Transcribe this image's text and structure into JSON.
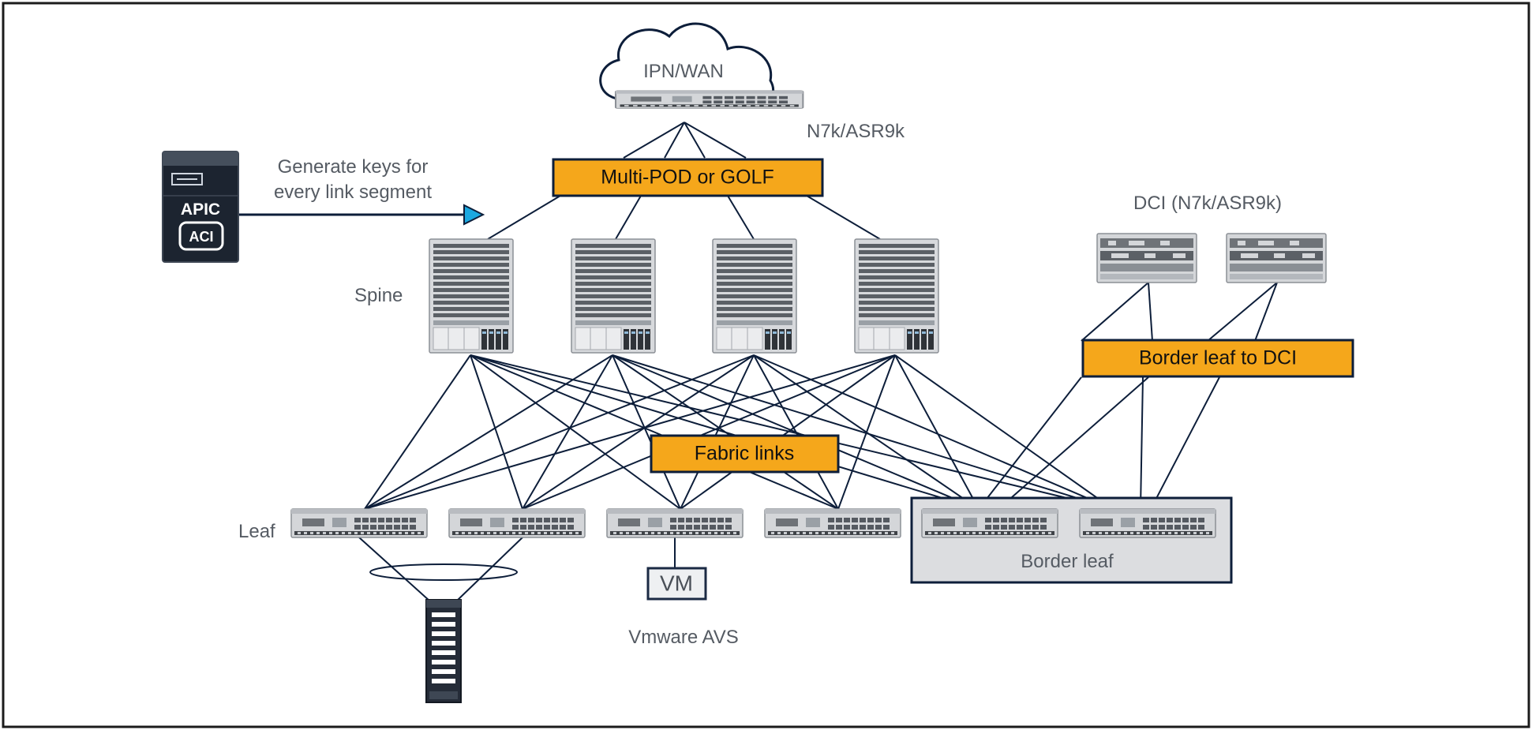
{
  "labels": {
    "cloud": "IPN/WAN",
    "wan_device": "N7k/ASR9k",
    "multipod_box": "Multi-POD or GOLF",
    "apic_note_line1": "Generate keys for",
    "apic_note_line2": "every link segment",
    "apic_top": "APIC",
    "apic_logo": "ACI",
    "dci_title": "DCI (N7k/ASR9k)",
    "spine": "Spine",
    "border_dci_box": "Border leaf to DCI",
    "fabric_box": "Fabric links",
    "leaf": "Leaf",
    "vm": "VM",
    "vmware": "Vmware AVS",
    "border_leaf": "Border leaf"
  },
  "colors": {
    "border": "#1b1b1b",
    "link": "#0d1e3a",
    "orange_box": "#f5a71b",
    "orange_border": "#0d1e3a",
    "border_leaf_bg": "#dcdde0",
    "label_text": "#555b63",
    "apic_bg": "#1c2430",
    "arrow_head": "#1ba8e0"
  },
  "icons": {
    "cloud": "cloud-icon",
    "apic": "apic-controller-icon",
    "spine": "spine-switch-icon",
    "leaf": "leaf-switch-icon",
    "router": "router-icon",
    "server": "server-icon"
  }
}
